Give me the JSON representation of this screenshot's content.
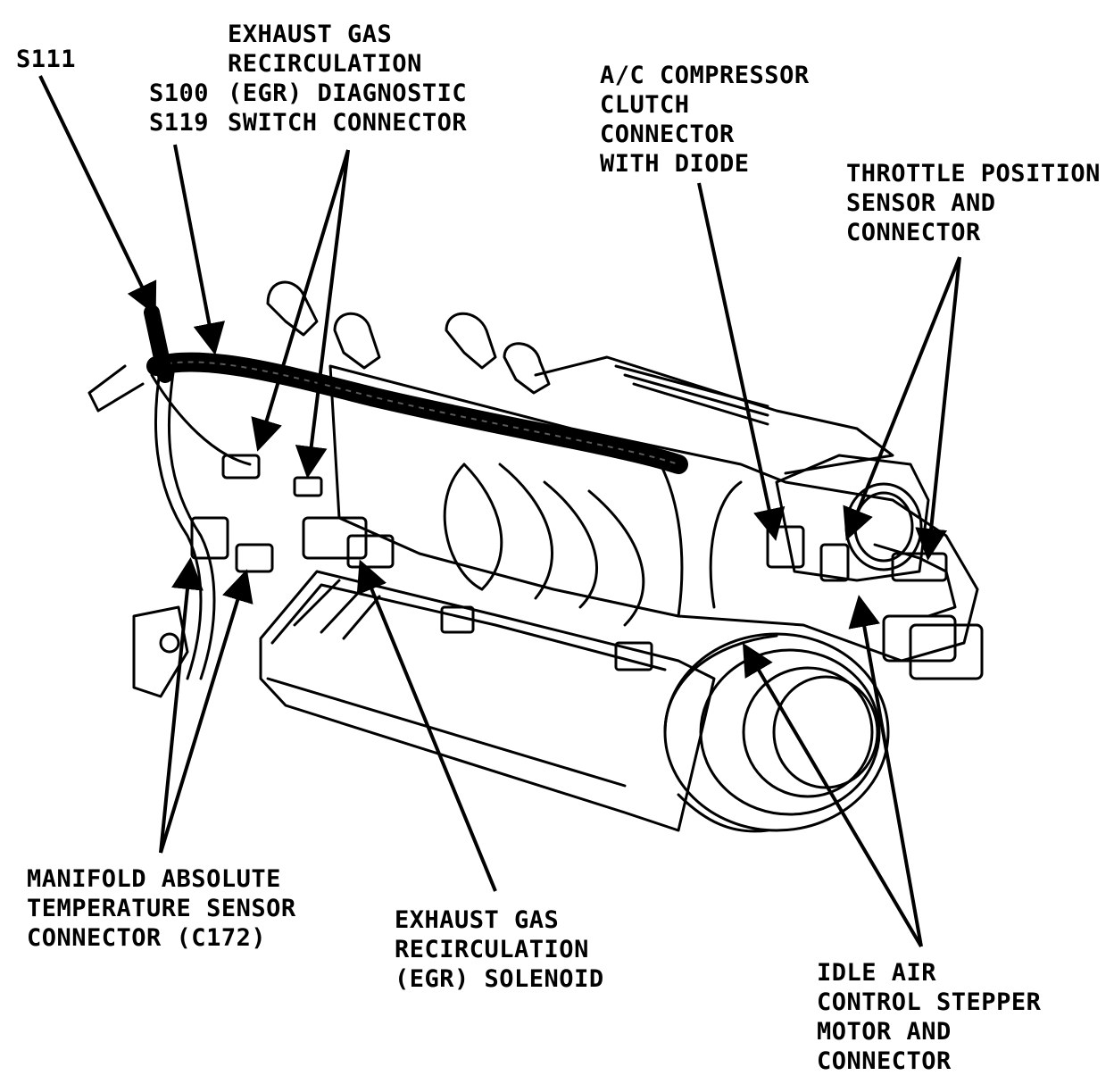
{
  "labels": {
    "s111": "S111",
    "s100": "S100",
    "s119": "S119",
    "egr_switch": {
      "line1": "EXHAUST GAS",
      "line2": "RECIRCULATION",
      "line3": "(EGR) DIAGNOSTIC",
      "line4": "SWITCH CONNECTOR"
    },
    "ac_clutch": {
      "line1": "A/C COMPRESSOR",
      "line2": "CLUTCH",
      "line3": "CONNECTOR",
      "line4": "WITH DIODE"
    },
    "tps": {
      "line1": "THROTTLE POSITION",
      "line2": "SENSOR AND",
      "line3": "CONNECTOR"
    },
    "mat": {
      "line1": "MANIFOLD ABSOLUTE",
      "line2": "TEMPERATURE SENSOR",
      "line3": "CONNECTOR (C172)"
    },
    "egr_solenoid": {
      "line1": "EXHAUST GAS",
      "line2": "RECIRCULATION",
      "line3": "(EGR) SOLENOID"
    },
    "iac": {
      "line1": "IDLE AIR",
      "line2": "CONTROL STEPPER",
      "line3": "MOTOR AND",
      "line4": "CONNECTOR"
    }
  }
}
